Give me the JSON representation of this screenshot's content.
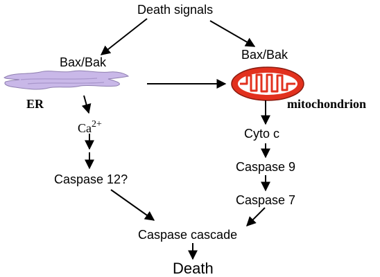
{
  "nodes": {
    "death_signals": "Death signals",
    "bax_bak_er": "Bax/Bak",
    "bax_bak_mito": "Bax/Bak",
    "er_label": "ER",
    "mito_label": "mitochondrion",
    "ca_base": "Ca",
    "ca_sup": "2+",
    "caspase12": "Caspase 12?",
    "cyto_c": "Cyto c",
    "caspase9": "Caspase 9",
    "caspase7": "Caspase 7",
    "caspase_cascade": "Caspase cascade",
    "death": "Death"
  },
  "colors": {
    "er_fill": "#c9b8e8",
    "mito_outer": "#e2311e",
    "mito_inner": "#ffffff",
    "line": "#000000"
  }
}
